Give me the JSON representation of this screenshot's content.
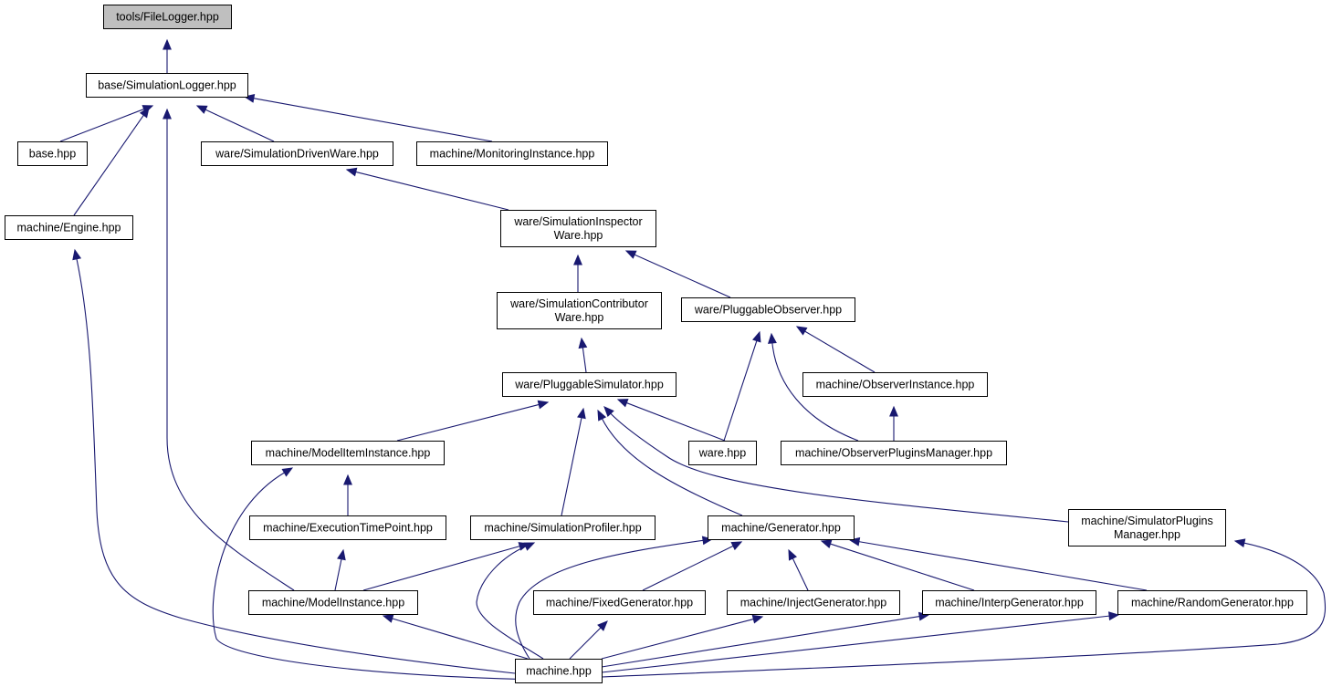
{
  "nodes": {
    "n_filelogger": [
      "tools/FileLogger.hpp"
    ],
    "n_simlogger": [
      "base/SimulationLogger.hpp"
    ],
    "n_base": [
      "base.hpp"
    ],
    "n_simdriven": [
      "ware/SimulationDrivenWare.hpp"
    ],
    "n_monitoring": [
      "machine/MonitoringInstance.hpp"
    ],
    "n_engine": [
      "machine/Engine.hpp"
    ],
    "n_siminspector": [
      "ware/SimulationInspector",
      "Ware.hpp"
    ],
    "n_simcontrib": [
      "ware/SimulationContributor",
      "Ware.hpp"
    ],
    "n_plugobserver": [
      "ware/PluggableObserver.hpp"
    ],
    "n_plugsim": [
      "ware/PluggableSimulator.hpp"
    ],
    "n_obsinstance": [
      "machine/ObserverInstance.hpp"
    ],
    "n_modelitem": [
      "machine/ModelItemInstance.hpp"
    ],
    "n_ware": [
      "ware.hpp"
    ],
    "n_obsplugins": [
      "machine/ObserverPluginsManager.hpp"
    ],
    "n_exectime": [
      "machine/ExecutionTimePoint.hpp"
    ],
    "n_simprofiler": [
      "machine/SimulationProfiler.hpp"
    ],
    "n_generator": [
      "machine/Generator.hpp"
    ],
    "n_simplugins": [
      "machine/SimulatorPlugins",
      "Manager.hpp"
    ],
    "n_modelinstance": [
      "machine/ModelInstance.hpp"
    ],
    "n_fixedgen": [
      "machine/FixedGenerator.hpp"
    ],
    "n_injectgen": [
      "machine/InjectGenerator.hpp"
    ],
    "n_interpgen": [
      "machine/InterpGenerator.hpp"
    ],
    "n_randomgen": [
      "machine/RandomGenerator.hpp"
    ],
    "n_machine": [
      "machine.hpp"
    ]
  },
  "edges": [
    [
      "n_simlogger",
      "n_filelogger"
    ],
    [
      "n_base",
      "n_simlogger"
    ],
    [
      "n_simdriven",
      "n_simlogger"
    ],
    [
      "n_monitoring",
      "n_simlogger"
    ],
    [
      "n_engine",
      "n_simlogger"
    ],
    [
      "n_modelinstance",
      "n_simlogger"
    ],
    [
      "n_machine",
      "n_engine"
    ],
    [
      "n_siminspector",
      "n_simdriven"
    ],
    [
      "n_simcontrib",
      "n_siminspector"
    ],
    [
      "n_plugobserver",
      "n_siminspector"
    ],
    [
      "n_plugsim",
      "n_simcontrib"
    ],
    [
      "n_ware",
      "n_plugobserver"
    ],
    [
      "n_obsinstance",
      "n_plugobserver"
    ],
    [
      "n_obsplugins",
      "n_plugobserver"
    ],
    [
      "n_obsplugins",
      "n_obsinstance"
    ],
    [
      "n_modelitem",
      "n_plugsim"
    ],
    [
      "n_ware",
      "n_plugsim"
    ],
    [
      "n_simprofiler",
      "n_plugsim"
    ],
    [
      "n_generator",
      "n_plugsim"
    ],
    [
      "n_simplugins",
      "n_plugsim"
    ],
    [
      "n_exectime",
      "n_modelitem"
    ],
    [
      "n_machine",
      "n_modelitem"
    ],
    [
      "n_modelinstance",
      "n_exectime"
    ],
    [
      "n_modelinstance",
      "n_simprofiler"
    ],
    [
      "n_machine",
      "n_simprofiler"
    ],
    [
      "n_fixedgen",
      "n_generator"
    ],
    [
      "n_injectgen",
      "n_generator"
    ],
    [
      "n_interpgen",
      "n_generator"
    ],
    [
      "n_randomgen",
      "n_generator"
    ],
    [
      "n_machine",
      "n_generator"
    ],
    [
      "n_machine",
      "n_modelinstance"
    ],
    [
      "n_machine",
      "n_fixedgen"
    ],
    [
      "n_machine",
      "n_injectgen"
    ],
    [
      "n_machine",
      "n_interpgen"
    ],
    [
      "n_machine",
      "n_randomgen"
    ],
    [
      "n_machine",
      "n_simplugins"
    ]
  ],
  "colors": {
    "edge": "#191970",
    "root_fill": "#bfbfbf",
    "node_fill": "#ffffff",
    "node_border": "#000000"
  }
}
